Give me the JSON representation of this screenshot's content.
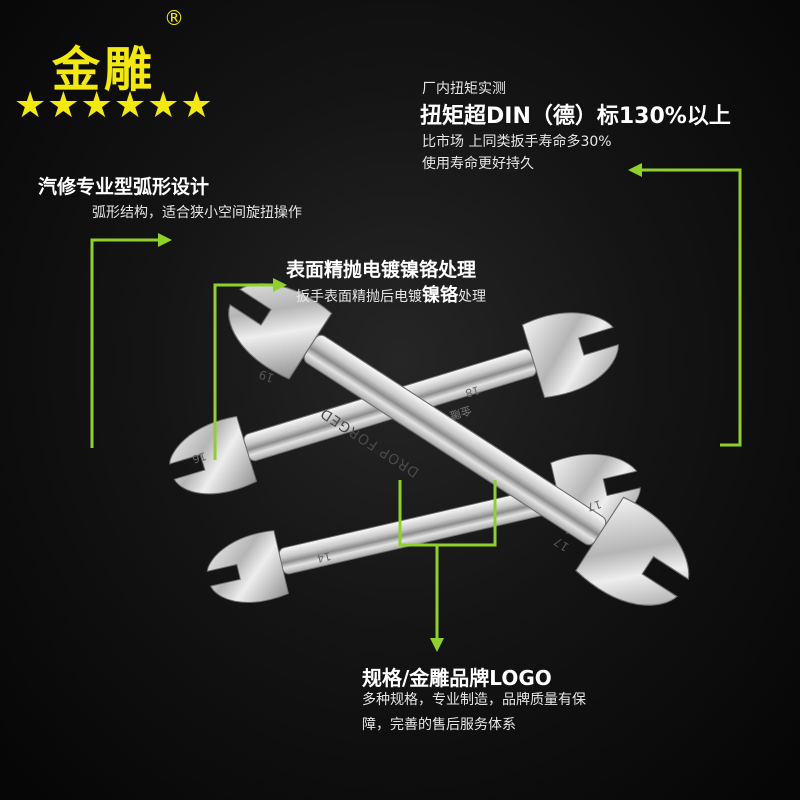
{
  "brand": {
    "name": "金雕",
    "registered": "®",
    "stars": "★★★★★★"
  },
  "callouts": {
    "torque": {
      "line1": "厂内扭矩实测",
      "line2": "扭矩超DIN（德）标130%以上",
      "line3": "比市场 上同类扳手寿命多30%",
      "line4": "使用寿命更好持久"
    },
    "arc": {
      "title": "汽修专业型弧形设计",
      "desc": "弧形结构，适合狭小空间旋扭操作"
    },
    "surface": {
      "title": "表面精抛电镀镍铬处理",
      "desc_prefix": "扳手表面精抛后电镀",
      "desc_bold": "镍铬",
      "desc_suffix": "处理"
    },
    "spec": {
      "title": "规格/金雕品牌LOGO",
      "desc": "多种规格，专业制造，品牌质量有保障，完善的售后服务体系"
    }
  },
  "wrench_marks": {
    "size_19": "19",
    "size_16": "16",
    "size_18": "18",
    "size_17": "17",
    "size_17b": "17",
    "size_14": "14",
    "forged": "DROP FORGED",
    "logo": "金雕"
  },
  "colors": {
    "accent_green": "#8fd12a",
    "brand_yellow": "#f3e80f"
  }
}
